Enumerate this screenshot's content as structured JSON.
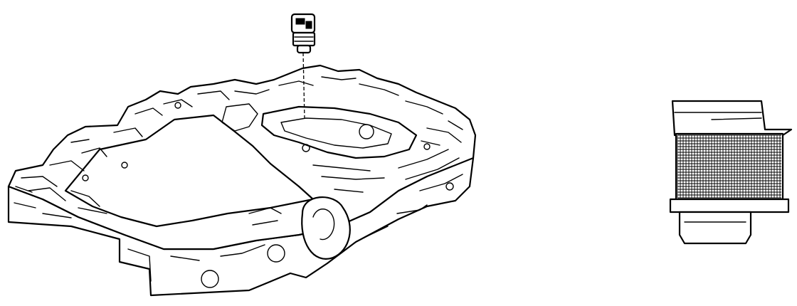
{
  "figure": {
    "parts": [
      {
        "id": "valve-body",
        "icon": "valve-body-plate-icon"
      },
      {
        "id": "solenoid",
        "icon": "solenoid-icon"
      },
      {
        "id": "oil-strainer",
        "icon": "oil-strainer-filter-icon"
      }
    ],
    "ink_color": "#000000",
    "background_color": "#ffffff"
  }
}
